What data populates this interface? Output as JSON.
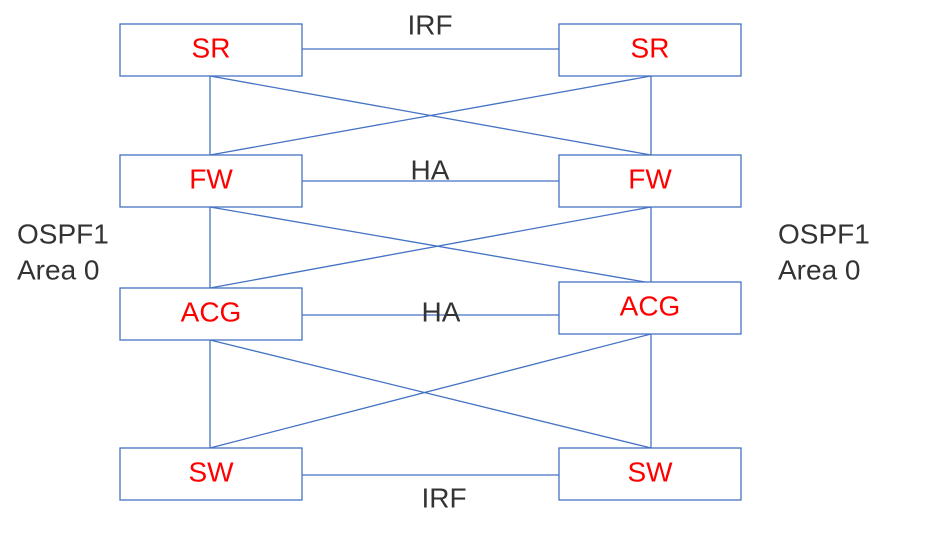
{
  "colors": {
    "node_border": "#4472c4",
    "node_fill": "#ffffff",
    "link": "#4472c4",
    "node_text": "#ff0000",
    "label_text": "#333333"
  },
  "nodes": {
    "sr_left": "SR",
    "sr_right": "SR",
    "fw_left": "FW",
    "fw_right": "FW",
    "acg_left": "ACG",
    "acg_right": "ACG",
    "sw_left": "SW",
    "sw_right": "SW"
  },
  "links": {
    "sr_pair": "IRF",
    "fw_pair": "HA",
    "acg_pair": "HA",
    "sw_pair": "IRF"
  },
  "side_labels": {
    "left": {
      "line1": "OSPF1",
      "line2": "Area 0"
    },
    "right": {
      "line1": "OSPF1",
      "line2": "Area 0"
    }
  }
}
